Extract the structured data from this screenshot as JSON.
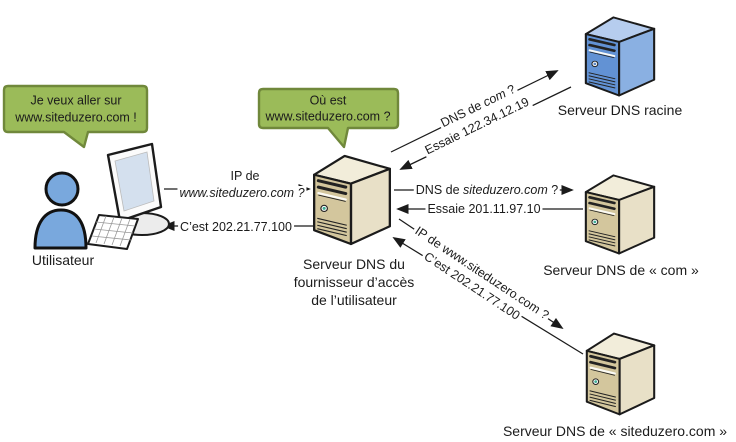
{
  "speech_bubbles": {
    "user_bubble": {
      "line1": "Je veux aller sur",
      "line2": "www.siteduzero.com !"
    },
    "dns_bubble": {
      "line1": "Où est",
      "line2": "www.siteduzero.com ?"
    }
  },
  "nodes": {
    "user": {
      "label": "Utilisateur"
    },
    "provider_dns": {
      "label_lines": [
        "Serveur DNS du",
        "fournisseur d’accès",
        "de l’utilisateur"
      ]
    },
    "root_dns": {
      "label": "Serveur DNS racine"
    },
    "com_dns": {
      "label": "Serveur DNS de « com »"
    },
    "site_dns": {
      "label": "Serveur DNS de « siteduzero.com »"
    }
  },
  "messages": {
    "ask_provider_line1": "IP de",
    "ask_provider_line2": "www.siteduzero.com ?",
    "reply_provider": "C’est 202.21.77.100",
    "ask_root_prefix": "DNS de ",
    "ask_root_domain": "com",
    "ask_root_suffix": " ?",
    "reply_root": "Essaie 122.34.12.19",
    "ask_com_prefix": "DNS de ",
    "ask_com_domain": "siteduzero.com",
    "ask_com_suffix": " ?",
    "reply_com": "Essaie 201.11.97.10",
    "ask_site": "IP de www.siteduzero.com ?",
    "reply_site": "C’est 202.21.77.100"
  },
  "colors": {
    "bubble_fill": "#9bbb59",
    "bubble_border": "#70883b",
    "server_beige_front": "#d3c69d",
    "server_beige_side": "#e8e0c7",
    "server_beige_top": "#f2edda",
    "server_beige_core": "#3fae96",
    "server_blue_front": "#6292d4",
    "server_blue_side": "#8ab0e2",
    "server_blue_top": "#b6cdee",
    "server_blue_core": "#5a87c6",
    "person_fill": "#79a8dd",
    "screen_fill": "#d4e0ee",
    "outline": "#1b1b1b"
  }
}
